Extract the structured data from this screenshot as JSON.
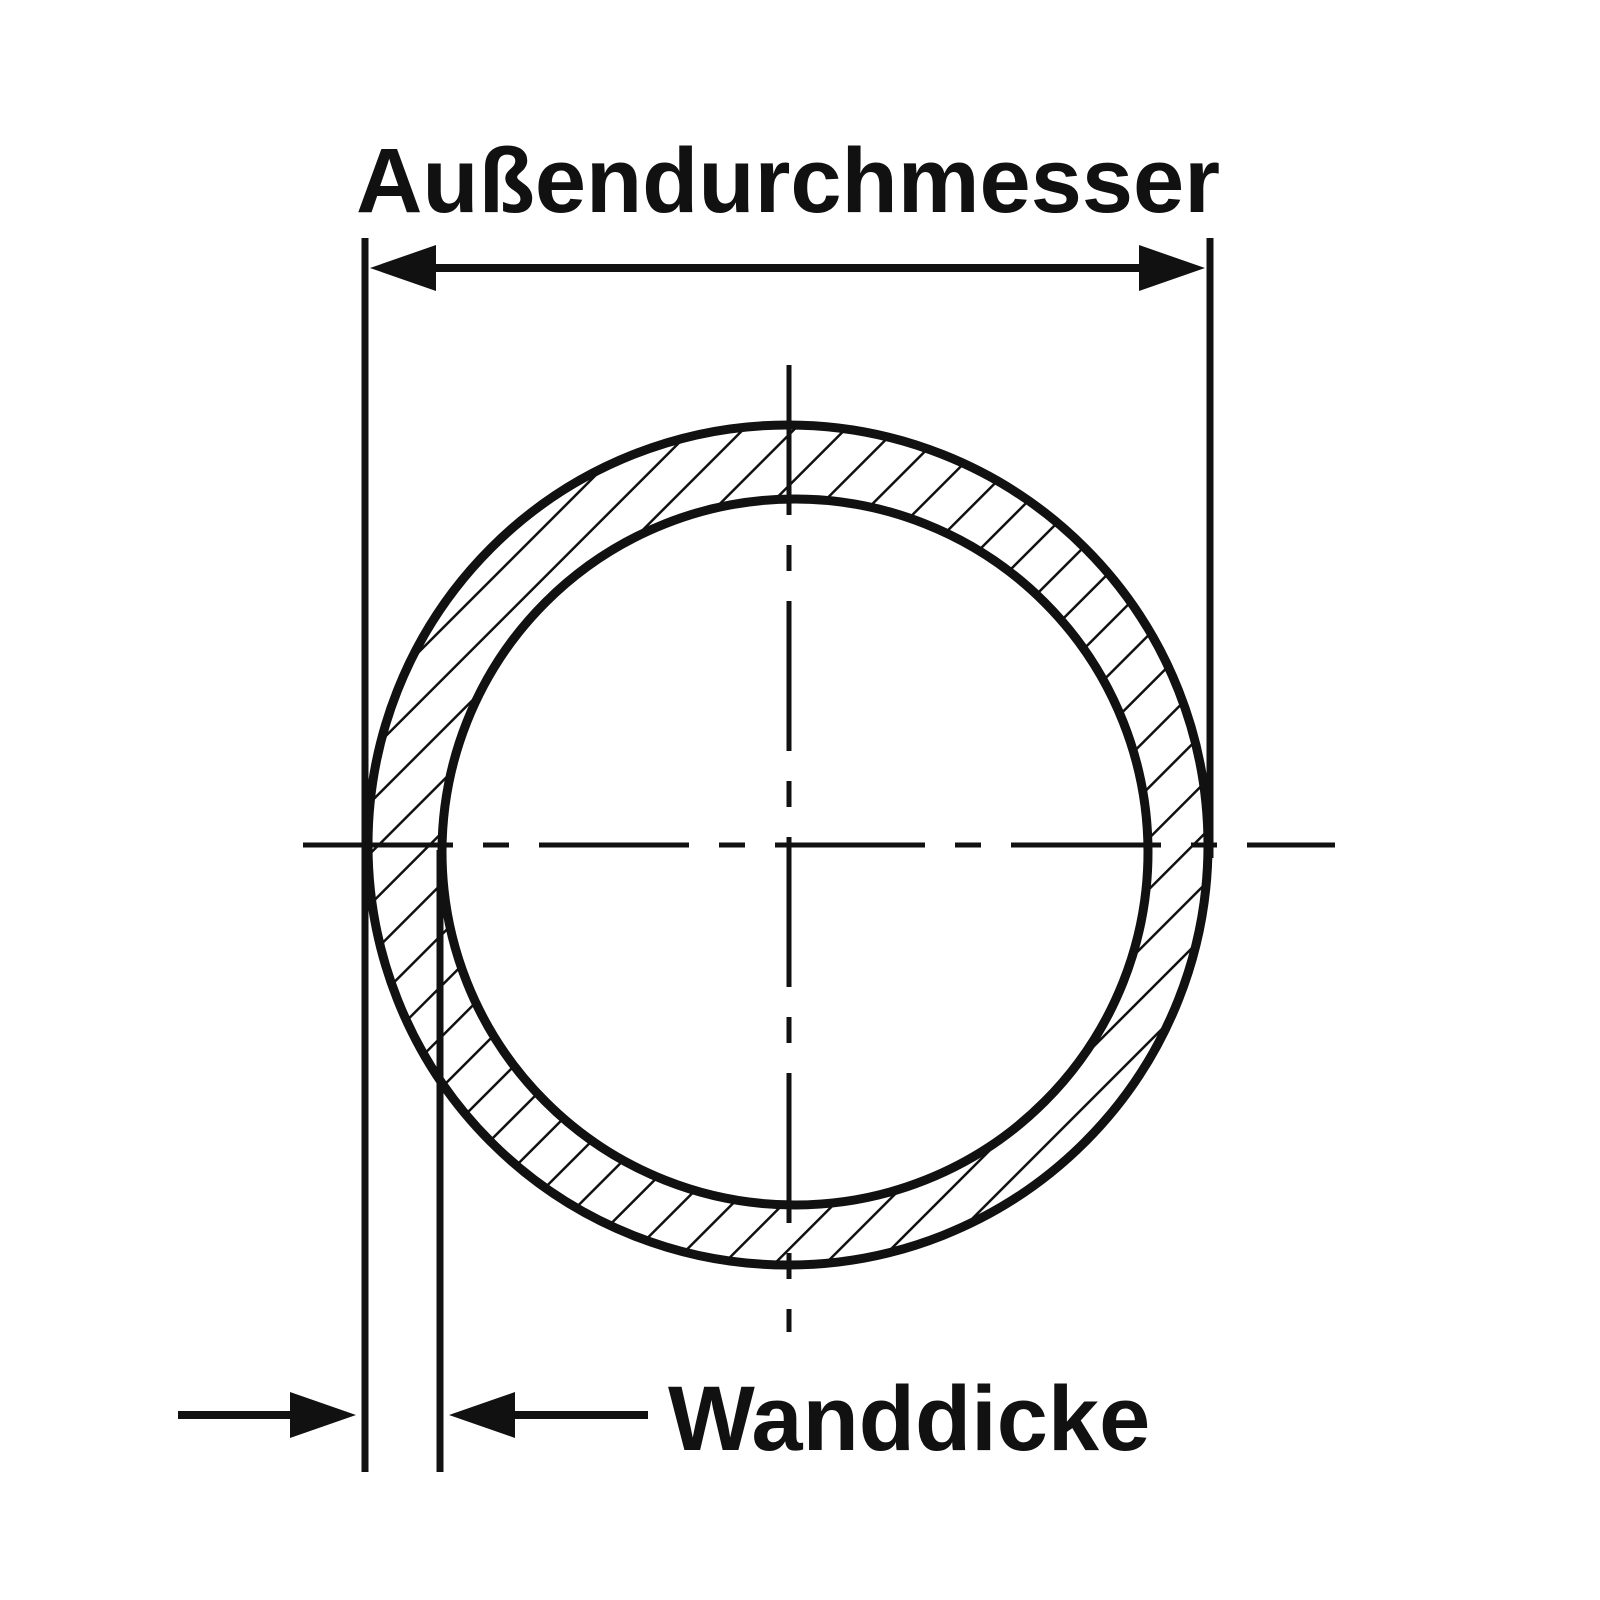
{
  "diagram": {
    "title": "Außendurchmesser",
    "wall_label": "Wanddicke",
    "type": "pipe-cross-section",
    "ink_color": "#111111",
    "background_color": "#ffffff"
  }
}
